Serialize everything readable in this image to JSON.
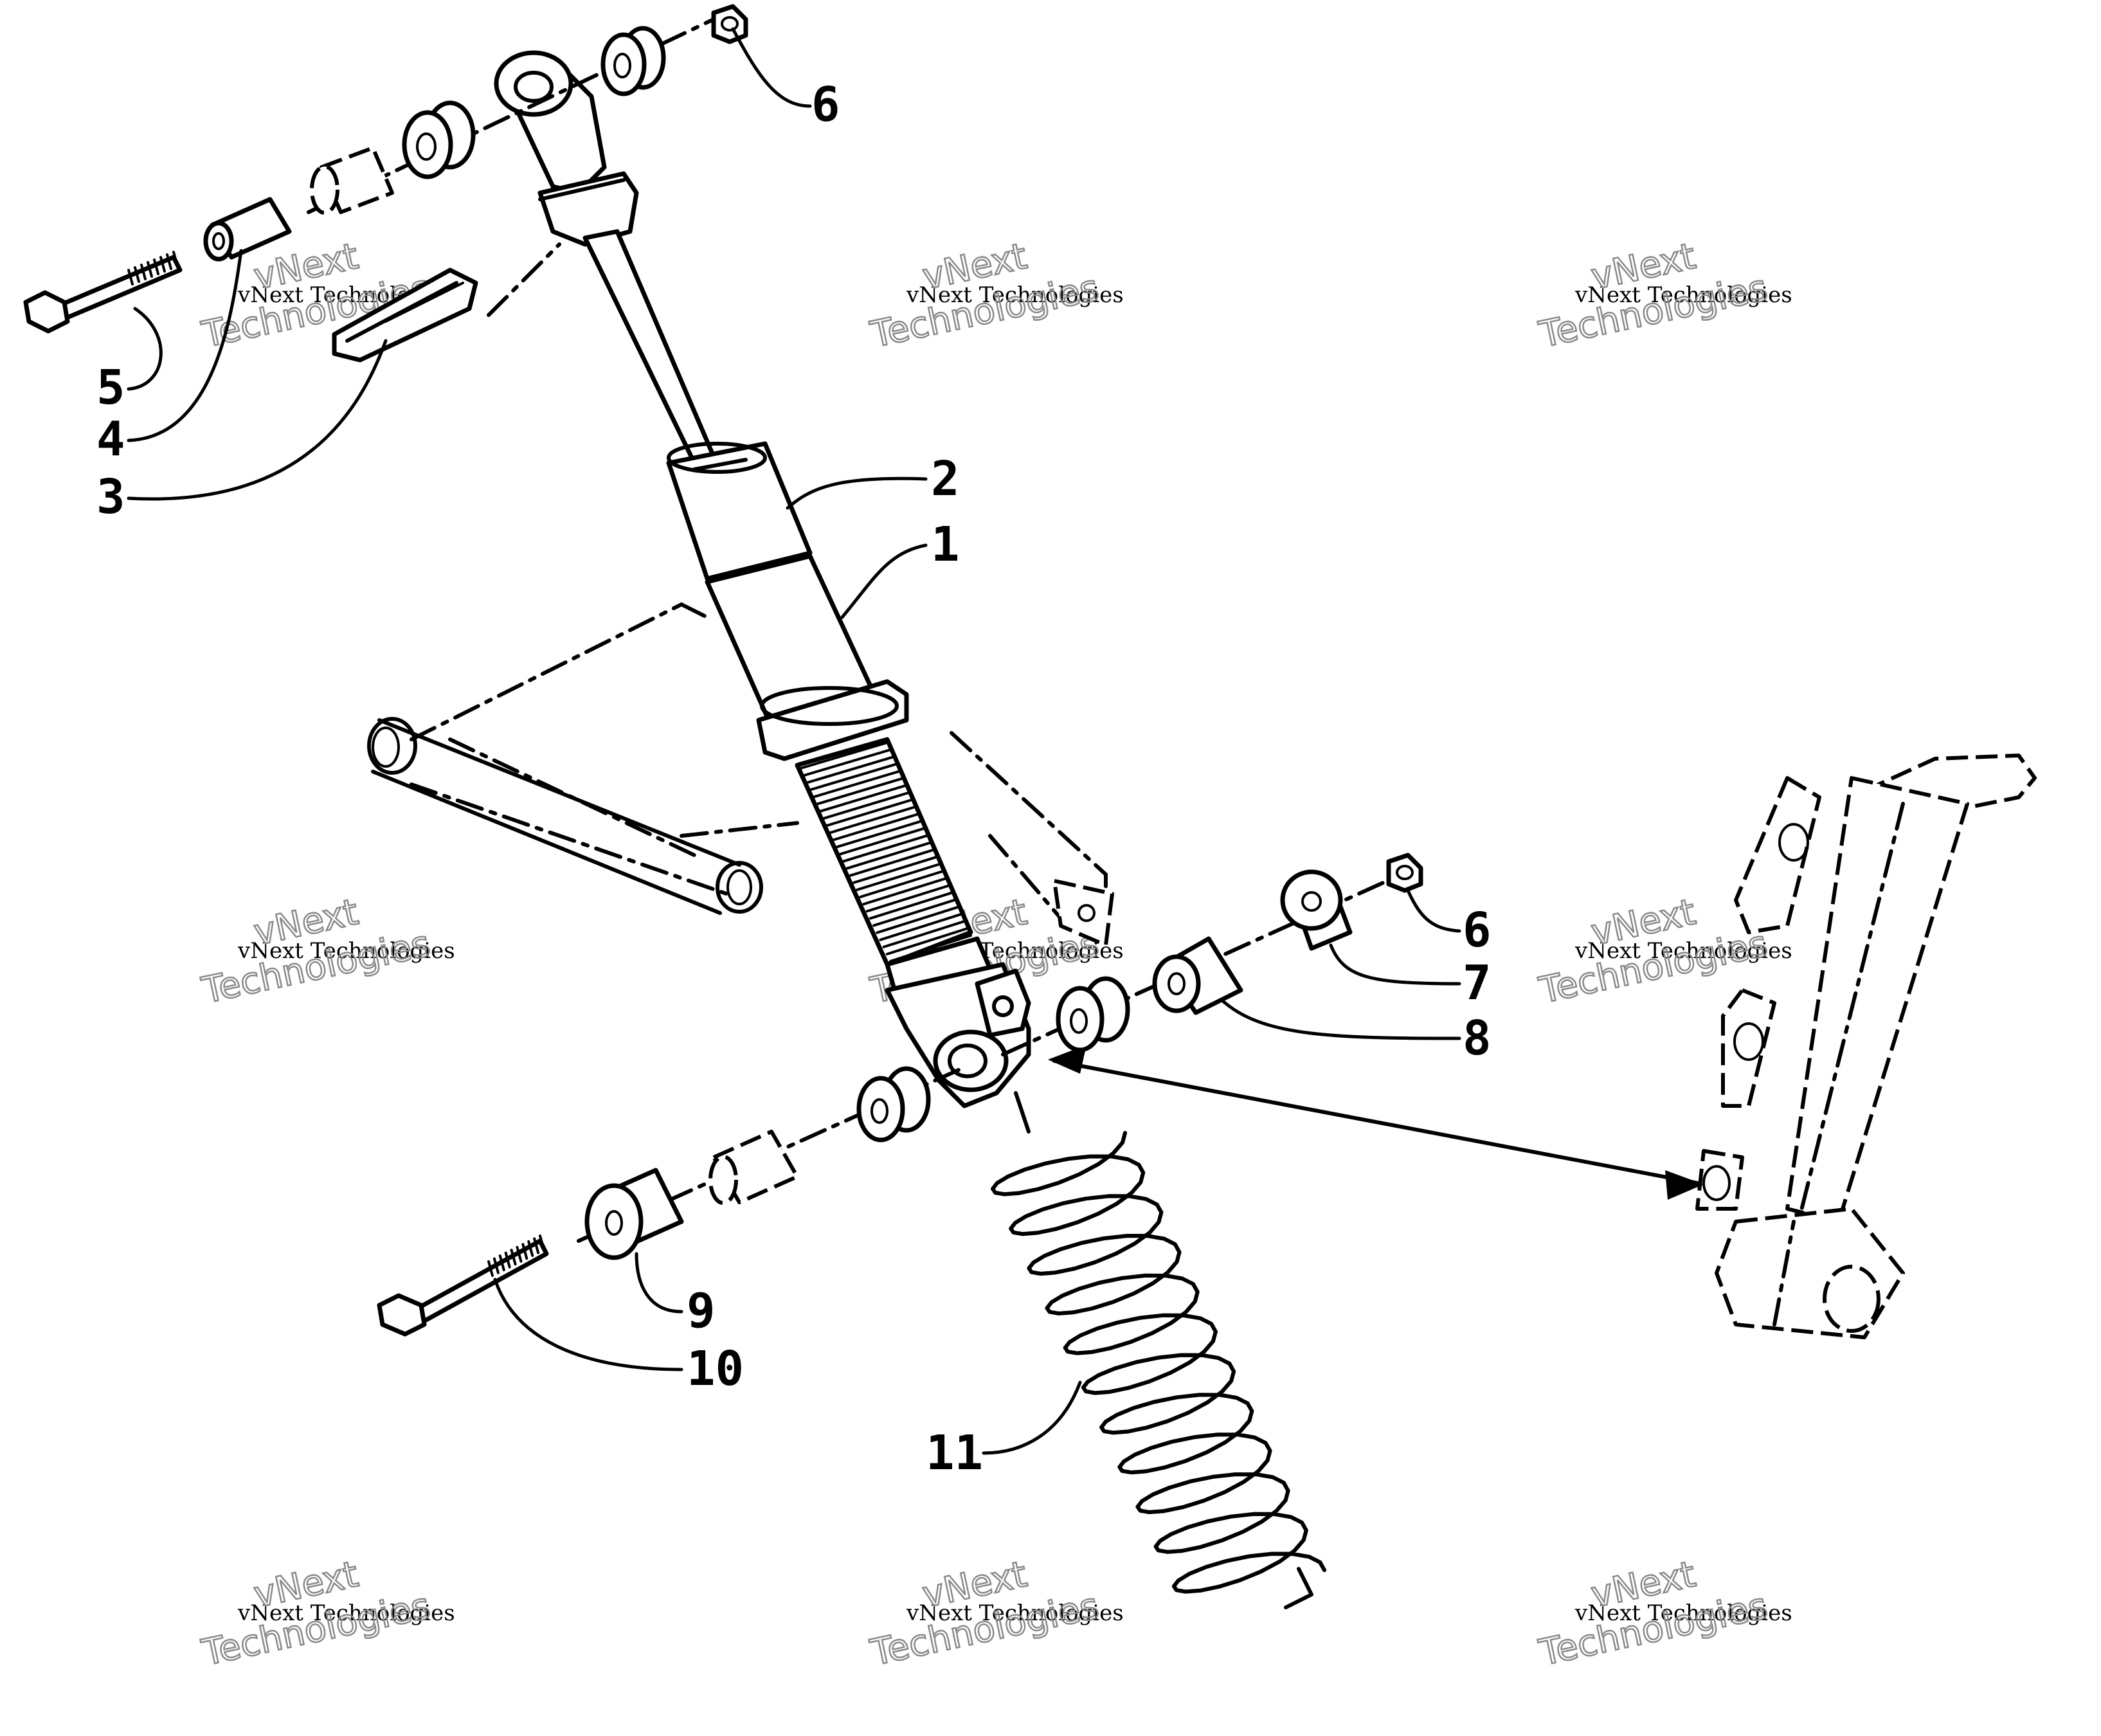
{
  "diagram": {
    "callouts": [
      {
        "id": "c1",
        "label": "1"
      },
      {
        "id": "c2",
        "label": "2"
      },
      {
        "id": "c3",
        "label": "3"
      },
      {
        "id": "c4",
        "label": "4"
      },
      {
        "id": "c5",
        "label": "5"
      },
      {
        "id": "c6a",
        "label": "6"
      },
      {
        "id": "c6b",
        "label": "6"
      },
      {
        "id": "c7",
        "label": "7"
      },
      {
        "id": "c8",
        "label": "8"
      },
      {
        "id": "c9",
        "label": "9"
      },
      {
        "id": "c10",
        "label": "10"
      },
      {
        "id": "c11",
        "label": "11"
      }
    ],
    "watermark": {
      "line1": "vNext Technologies",
      "line2": "vNext",
      "line3": "Technologies"
    }
  }
}
